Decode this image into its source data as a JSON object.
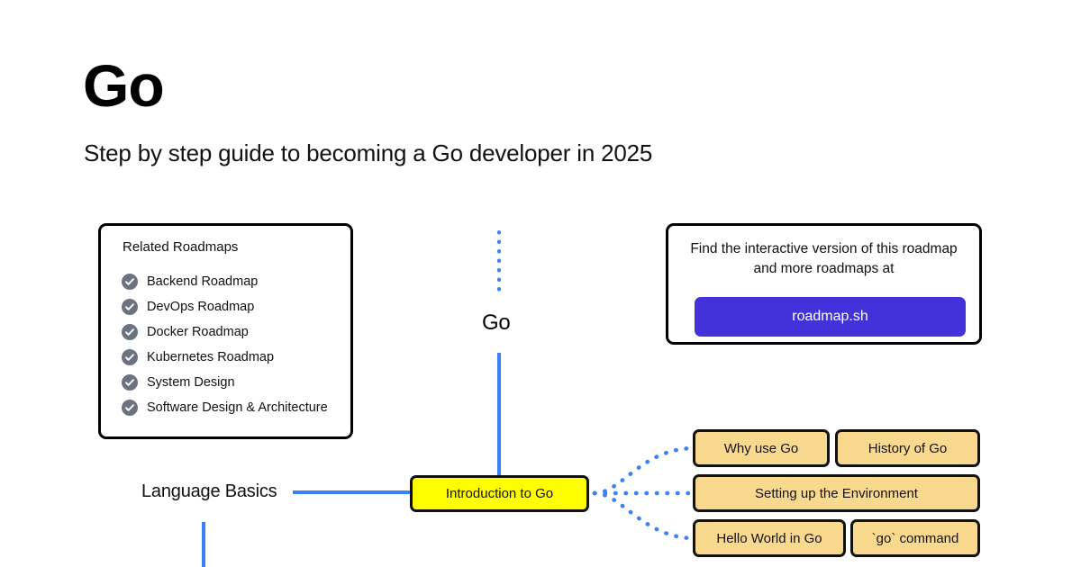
{
  "header": {
    "title": "Go",
    "subtitle": "Step by step guide to becoming a Go developer in 2025"
  },
  "related_roadmaps": {
    "heading": "Related Roadmaps",
    "items": [
      {
        "label": "Backend Roadmap",
        "icon": "check-circle-icon"
      },
      {
        "label": "DevOps Roadmap",
        "icon": "check-circle-icon"
      },
      {
        "label": "Docker Roadmap",
        "icon": "check-circle-icon"
      },
      {
        "label": "Kubernetes Roadmap",
        "icon": "check-circle-icon"
      },
      {
        "label": "System Design",
        "icon": "check-circle-icon"
      },
      {
        "label": "Software Design & Architecture",
        "icon": "check-circle-icon"
      }
    ]
  },
  "cta": {
    "text": "Find the interactive version of this roadmap and more roadmaps at",
    "button_label": "roadmap.sh",
    "button_color": "#4331d9"
  },
  "roadmap": {
    "center_label": "Go",
    "left_topic_label": "Language Basics",
    "primary_node": "Introduction to Go",
    "primary_node_color": "#ffff00",
    "secondary_node_color": "#f9d98d",
    "connector_color": "#3b82f6",
    "children": [
      {
        "label": "Why use Go"
      },
      {
        "label": "History of Go"
      },
      {
        "label": "Setting up the Environment"
      },
      {
        "label": "Hello World in Go"
      },
      {
        "label": "`go` command"
      }
    ]
  }
}
